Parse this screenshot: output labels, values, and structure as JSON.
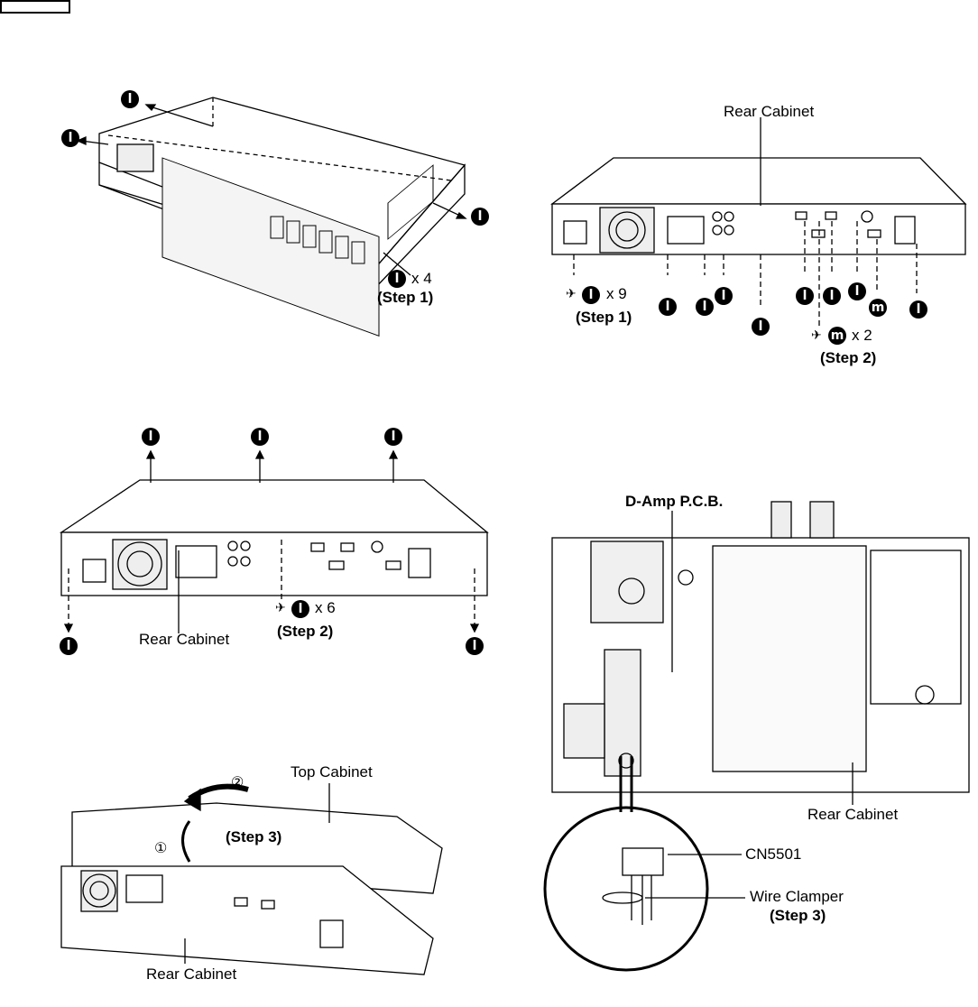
{
  "marks": {
    "l": "l",
    "m": "m"
  },
  "screw_symbol": "✈",
  "fig1": {
    "qty": "x 4",
    "step": "(Step 1)"
  },
  "fig2": {
    "title": "Rear Cabinet",
    "qty_l": "x 9",
    "step_l": "(Step 1)",
    "qty_m": "x 2",
    "step_m": "(Step 2)"
  },
  "fig3": {
    "part": "Rear Cabinet",
    "qty": "x 6",
    "step": "(Step 2)"
  },
  "fig4": {
    "top": "Top Cabinet",
    "step": "(Step 3)",
    "num1": "①",
    "num2": "②",
    "rear": "Rear Cabinet"
  },
  "fig5": {
    "pcb": "D-Amp P.C.B.",
    "rear": "Rear Cabinet",
    "connector": "CN5501",
    "clamper": "Wire Clamper",
    "step": "(Step 3)"
  }
}
